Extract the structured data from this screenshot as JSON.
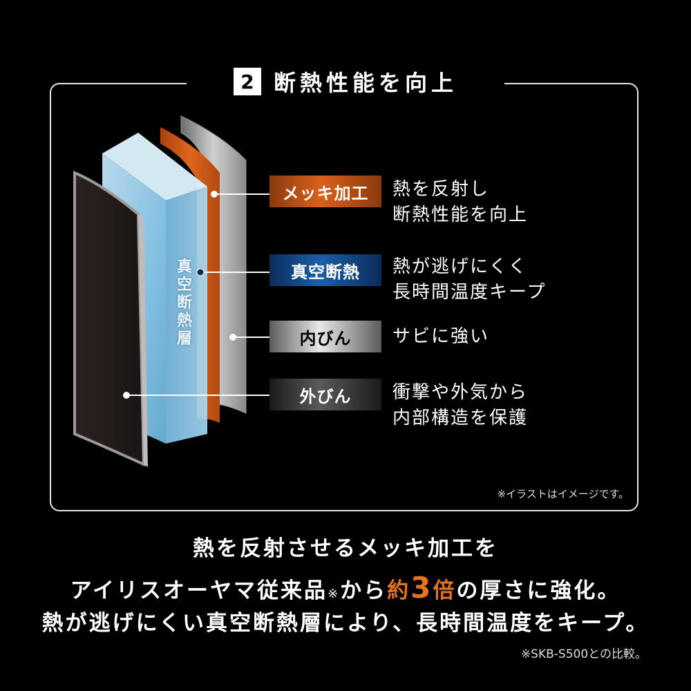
{
  "header": {
    "number": "2",
    "title": "断熱性能を向上"
  },
  "layers": [
    {
      "label": "メッキ加工",
      "desc": [
        "熱を反射し",
        "断熱性能を向上"
      ]
    },
    {
      "label": "真空断熱",
      "desc": [
        "熱が逃げにくく",
        "長時間温度キープ"
      ]
    },
    {
      "label": "内びん",
      "desc": [
        "サビに強い"
      ]
    },
    {
      "label": "外びん",
      "desc": [
        "衝撃や外気から",
        "内部構造を保護"
      ]
    }
  ],
  "vacuum_layer_text": [
    "真",
    "空",
    "断",
    "熱",
    "層"
  ],
  "illustration_note": "※イラストはイメージです。",
  "bottom": {
    "line1": "熱を反射させるメッキ加工を",
    "line2_a": "アイリスオーヤマ従来品",
    "line2_mark": "※",
    "line2_b": "から",
    "line2_c": "約",
    "line2_d": "3",
    "line2_e": "倍",
    "line2_f": "の厚さに強化。",
    "line3": "熱が逃げにくい真空断熱層により、長時間温度をキープ。",
    "footnote": "※SKB-S500との比較。"
  },
  "colors": {
    "accent_orange": "#e8731e",
    "vacuum_blue": "#1b5fa8"
  }
}
